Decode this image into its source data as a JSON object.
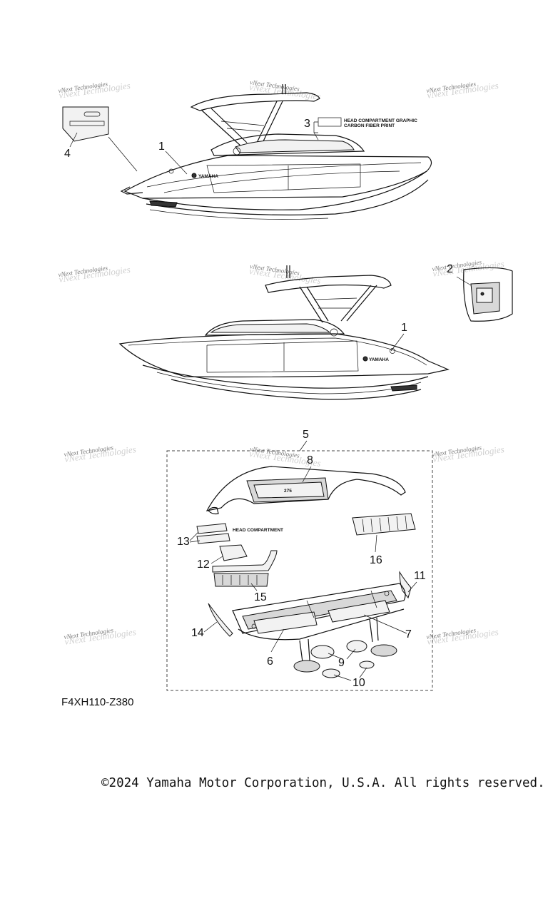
{
  "callouts": {
    "p1": "1",
    "p2": "2",
    "p3": "3",
    "p4": "4",
    "p5": "5",
    "p6": "6",
    "p7": "7",
    "p8": "8",
    "p9": "9",
    "p10": "10",
    "p11": "11",
    "p12": "12",
    "p13": "13",
    "p14": "14",
    "p15": "15",
    "p16": "16"
  },
  "labels": {
    "head_graphic_1": "HEAD COMPARTMENT GRAPHIC",
    "head_graphic_2": "CARBON FIBER PRINT",
    "head_compartment": "HEAD COMPARTMENT",
    "model_number": "275"
  },
  "watermark": "vNext Technologies",
  "logo_text": "YAMAHA",
  "reference_code": "F4XH110-Z380",
  "copyright": "©2024 Yamaha Motor Corporation, U.S.A. All rights reserved."
}
